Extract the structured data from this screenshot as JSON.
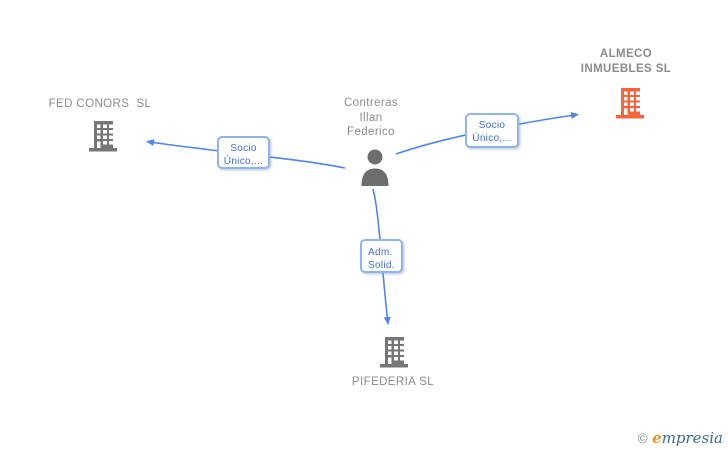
{
  "diagram": {
    "person": {
      "name": "Contreras Illan Federico"
    },
    "companies": [
      {
        "name": "FED CONORS  SL",
        "icon": "building-icon",
        "icon_color": "#767676"
      },
      {
        "name": "ALMECO INMUEBLES SL",
        "icon": "building-icon",
        "icon_color": "#F8653C",
        "emphasis": true
      },
      {
        "name": "PIFEDERIA SL",
        "icon": "building-icon",
        "icon_color": "#767676"
      }
    ],
    "edges": [
      {
        "to": "FED CONORS  SL",
        "label": "Socio Único,..."
      },
      {
        "to": "ALMECO INMUEBLES SL",
        "label": "Socio Único,..."
      },
      {
        "to": "PIFEDERIA SL",
        "label": "Adm. Solid."
      }
    ]
  },
  "watermark": {
    "copyright": "©",
    "brand_initial": "e",
    "brand_rest": "mpresia"
  },
  "colors": {
    "edge_blue": "#4C86EA",
    "box_border": "#8FB2F0",
    "box_text": "#3E6FD8",
    "label_gray": "#8B8B8B",
    "icon_gray": "#767676",
    "icon_orange": "#F8653C",
    "watermark_copyright": "#8296A0",
    "watermark_initial": "#F0931E",
    "watermark_rest": "#376E87"
  }
}
